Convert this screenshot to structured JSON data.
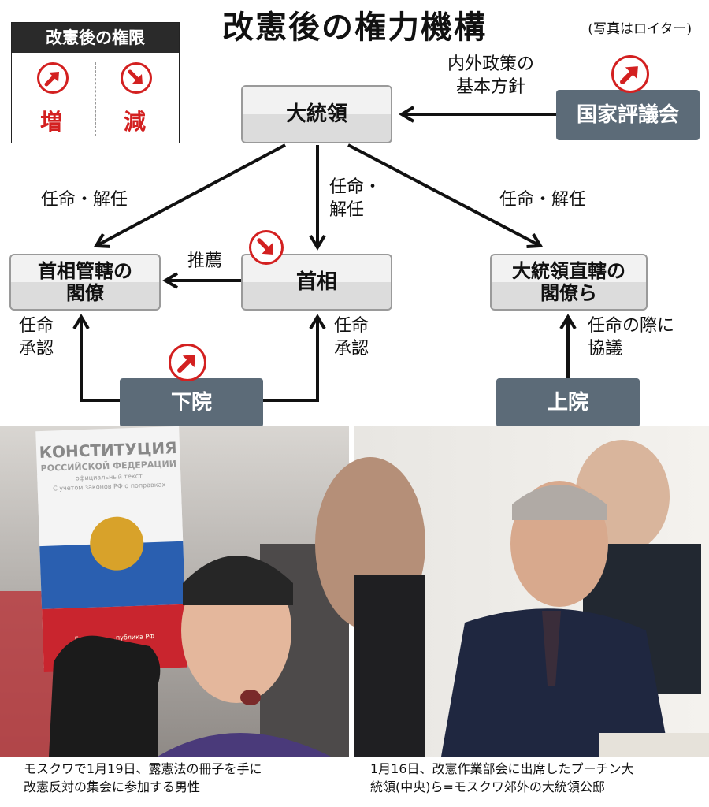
{
  "title": "改憲後の権力機構",
  "credit": "(写真はロイター)",
  "legend": {
    "heading": "改憲後の権限",
    "increase": "増",
    "decrease": "減"
  },
  "nodes": {
    "president": "大統領",
    "state_council": "国家評議会",
    "pm_cabinet": [
      "首相管轄の",
      "閣僚"
    ],
    "pm": "首相",
    "pres_cabinet": [
      "大統領直轄の",
      "閣僚ら"
    ],
    "lower_house": "下院",
    "upper_house": "上院"
  },
  "edge_labels": {
    "state_council_to_president": [
      "内外政策の",
      "基本方針"
    ],
    "president_to_pm_cabinet": "任命・解任",
    "president_to_pm": [
      "任命・",
      "解任"
    ],
    "president_to_pres_cabinet": "任命・解任",
    "pm_to_pm_cabinet": "推薦",
    "lower_to_pm_cabinet": [
      "任命",
      "承認"
    ],
    "lower_to_pm": [
      "任命",
      "承認"
    ],
    "upper_to_pres_cabinet": [
      "任命の際に",
      "協議"
    ]
  },
  "photos": {
    "left": {
      "booklet_lines": [
        "КОНСТИТУЦИЯ",
        "РОССИЙСКОЙ ФЕДЕРАЦИИ",
        "официальный текст",
        "С учетом законов РФ о поправках"
      ],
      "booklet_footer": "Государ...  ...публика РФ"
    }
  },
  "captions": {
    "left": [
      "モスクワで1月19日、露憲法の冊子を手に",
      "改憲反対の集会に参加する男性"
    ],
    "right": [
      "1月16日、改憲作業部会に出席したプーチン大",
      "統領(中央)ら=モスクワ郊外の大統領公邸"
    ]
  },
  "colors": {
    "arrow": "#111111",
    "increase": "#d32020",
    "node_dark": "#5c6b78"
  }
}
